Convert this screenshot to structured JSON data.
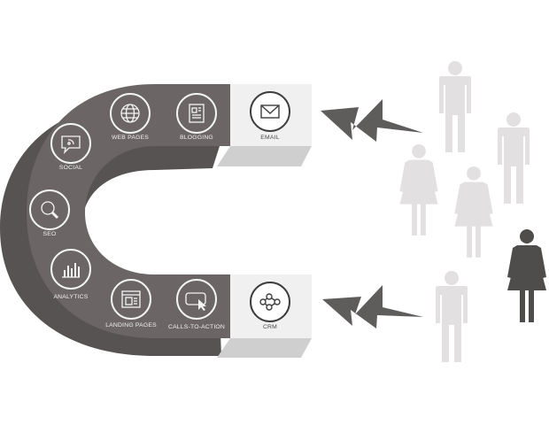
{
  "colors": {
    "magnet_body": "#6b6665",
    "magnet_side": "#575352",
    "magnet_pole": "#f0f0f0",
    "magnet_pole_side": "#cfcfcf",
    "icon_ring": "#f4f4f4",
    "lightning": "#5f5c5c",
    "person_light": "#e2e0e0",
    "person_dark": "#4f4c4c"
  },
  "magnet": {
    "labels": {
      "web_pages": "WEB PAGES",
      "blogging": "BLOGGING",
      "email": "EMAIL",
      "social": "SOCIAL",
      "seo": "SEO",
      "analytics": "ANALYTICS",
      "landing_pages": "LANDING PAGES",
      "calls_to_action": "CALLS-TO-ACTION",
      "crm": "CRM"
    }
  },
  "icons": [
    "globe-icon",
    "document-icon",
    "envelope-icon",
    "chat-bubble-icon",
    "magnifier-icon",
    "bar-chart-icon",
    "landing-page-icon",
    "cursor-click-icon",
    "network-nodes-icon"
  ],
  "people": [
    {
      "gender": "male",
      "highlighted": false
    },
    {
      "gender": "male",
      "highlighted": false
    },
    {
      "gender": "female",
      "highlighted": false
    },
    {
      "gender": "female",
      "highlighted": false
    },
    {
      "gender": "female",
      "highlighted": true
    },
    {
      "gender": "male",
      "highlighted": false
    }
  ]
}
